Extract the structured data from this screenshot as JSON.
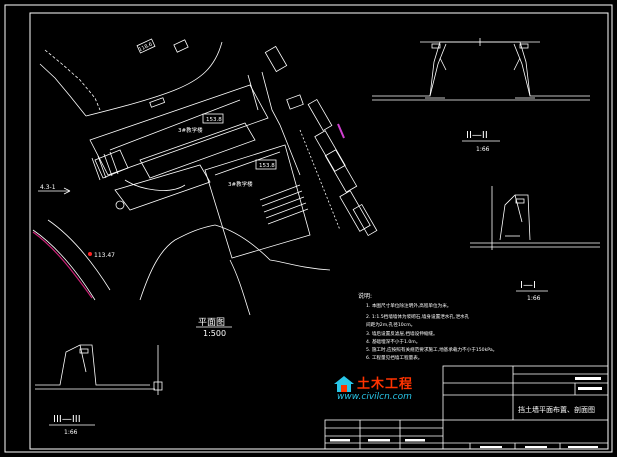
{
  "plan": {
    "title": "平面图",
    "scale": "1:500",
    "building_label_a": "3#教学楼",
    "building_label_b": "3#教学楼",
    "elevation_a": "153.8",
    "elevation_b": "153.8",
    "elevation_road": "118.6",
    "spot_elevation": "113.47",
    "north_arrow": "4.3-1"
  },
  "sections": {
    "ii": {
      "title": "II—II",
      "scale": "1:66"
    },
    "i": {
      "title": "I—I",
      "scale": "1:66"
    },
    "iii": {
      "title": "III—III",
      "scale": "1:66"
    }
  },
  "notes": {
    "heading": "说明:",
    "line1": "1. 本图尺寸单位除注明外,高程单位为米。",
    "line2": "2. 1:1.5挡墙墙体为浆砌石,墙身设置泄水孔,泄水孔",
    "line3": "   间距为2m,孔径10cm。",
    "line4": "3. 墙后设置反滤层,挡墙设伸缩缝。",
    "line5": "4. 基础埋深不小于1.0m。",
    "line6": "5. 施工时,应按照有关规范要求施工,地基承载力不小于150kPa。",
    "line7": "6. 工程量见挡墙工程量表。"
  },
  "title_block": {
    "drawing_name": "挡土墙平面布置、剖面图"
  },
  "watermark": {
    "title": "土木工程",
    "url": "www.civilcn.com"
  },
  "colors": {
    "background": "#000000",
    "line": "#ffffff",
    "slope_line": "#cc2277",
    "label_magenta": "#d040d0",
    "watermark_red": "#ff3300",
    "watermark_cyan": "#29c6e8"
  }
}
